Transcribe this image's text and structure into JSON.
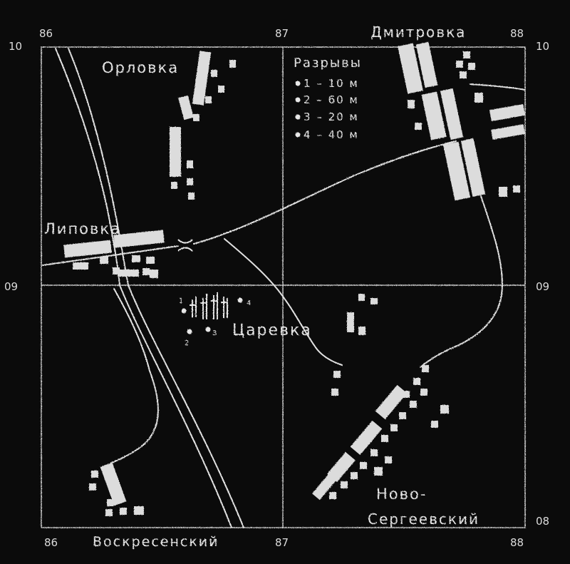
{
  "map": {
    "grid_labels": {
      "top": [
        "86",
        "87",
        "88"
      ],
      "bottom": [
        "86",
        "87",
        "88"
      ],
      "left": [
        "10",
        "09"
      ],
      "right": [
        "10",
        "09",
        "08"
      ]
    },
    "places": {
      "orlovka": "Орловка",
      "dmitrovka": "Дмитровка",
      "lipovka": "Липовка",
      "tsarevka": "Царевка",
      "novo_line1": "Ново-",
      "novo_line2": "Сергеевский",
      "voskresensky": "Воскресенский"
    },
    "legend": {
      "title": "Разрывы",
      "items": [
        "1 – 10 м",
        "2 – 60 м",
        "3 – 20 м",
        "4 – 40 м"
      ]
    },
    "burst_numbers": [
      "1",
      "2",
      "3",
      "4"
    ],
    "colors": {
      "background": "#0b0b0b",
      "chalk": "#e6e6e6"
    }
  }
}
